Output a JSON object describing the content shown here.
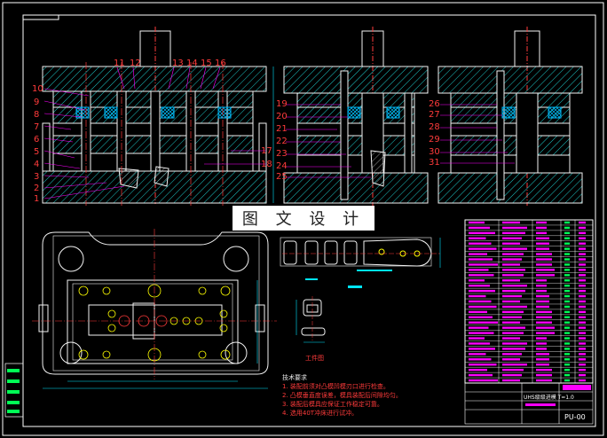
{
  "watermark": {
    "text": "图 文 设 计"
  },
  "tech_notes": {
    "title": "技术要求",
    "items": [
      "1.  装配前须对凸模凹模刃口进行检查。",
      "2.  凸模垂直度误差，模具装配后间隙均匀。",
      "3.  装配后模具应保证工作稳定可靠。",
      "4.  选用40T冲床进行试冲。"
    ]
  },
  "part_label": "工件图",
  "title_block": {
    "drawing_name": "UHS级级进模 T=1.0",
    "drawing_no": "PU-00"
  },
  "colors": {
    "background": "#000000",
    "frame": "#ffffff",
    "geometry": "#f2f2f2",
    "hatch": "#1ec8c8",
    "labels": "#ff3b3b",
    "center_lines": "#ff3b3b",
    "leaders": "#ff00ff",
    "bolt_circles": "#ffff00",
    "dimensions": "#00e5ff",
    "table_text": "#ff00ff",
    "table_accent": "#00ff55"
  }
}
